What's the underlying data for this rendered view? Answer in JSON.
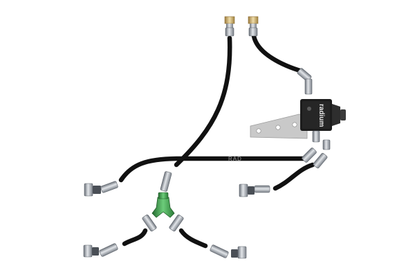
{
  "scene": {
    "subject": "fuel-system-hose-kit",
    "background": "#ffffff",
    "colors": {
      "hose": "#111111",
      "fitting_steel": "#a9adb4",
      "fitting_steel_dark": "#5d636b",
      "y_block": "#3a9a4a",
      "regulator_body": "#1a1a1a",
      "bracket": "#c4c4c4",
      "brass_cap": "#c8a96a"
    },
    "regulator": {
      "brand_mark": "radium"
    },
    "watermark": "RAD"
  }
}
